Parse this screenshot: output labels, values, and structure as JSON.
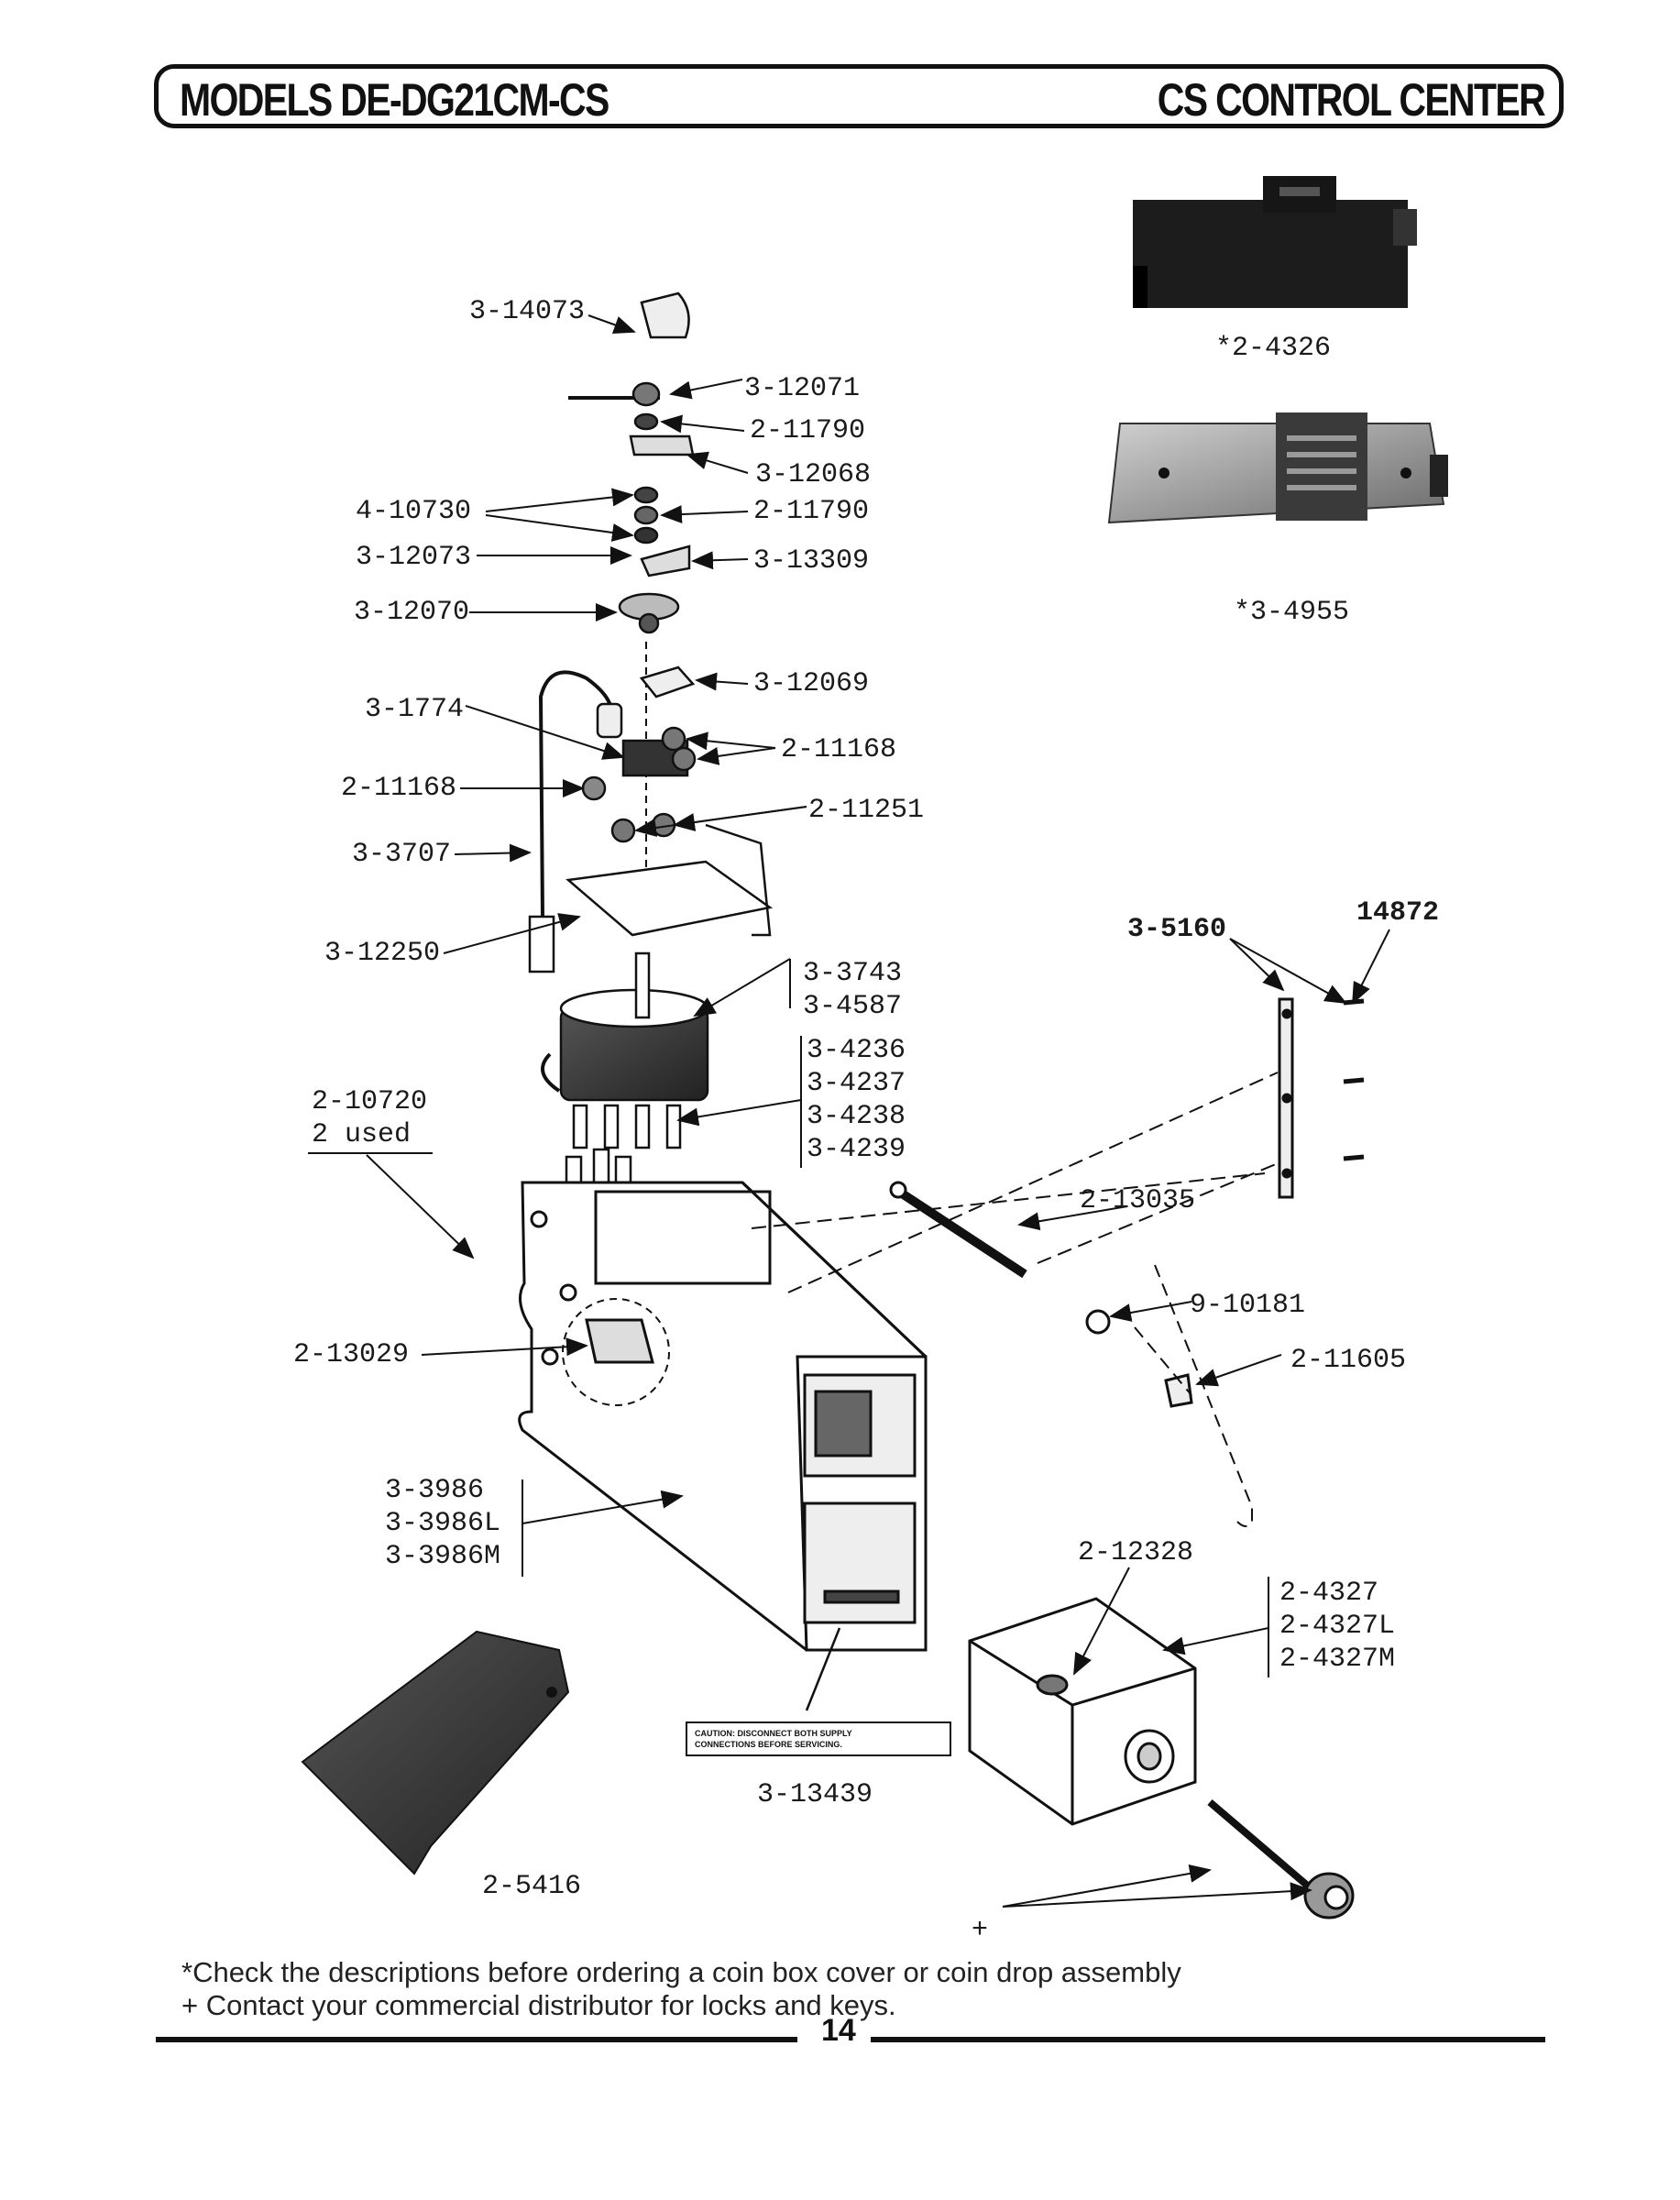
{
  "header": {
    "model_title": "MODELS DE-DG21CM-CS",
    "section_title": "CS CONTROL CENTER"
  },
  "parts": {
    "p3_14073": "3-14073",
    "p3_12071": "3-12071",
    "p2_11790_a": "2-11790",
    "p3_12068": "3-12068",
    "p4_10730": "4-10730",
    "p2_11790_b": "2-11790",
    "p3_12073": "3-12073",
    "p3_13309": "3-13309",
    "p3_12070": "3-12070",
    "p3_12069": "3-12069",
    "p3_1774": "3-1774",
    "p2_11168_a": "2-11168",
    "p2_11168_b": "2-11168",
    "p2_11251": "2-11251",
    "p3_3707": "3-3707",
    "p3_12250": "3-12250",
    "p3_3743": "3-3743",
    "p3_4587": "3-4587",
    "p3_4236": "3-4236",
    "p3_4237": "3-4237",
    "p3_4238": "3-4238",
    "p3_4239": "3-4239",
    "p2_10720": "2-10720",
    "p2_10720_note": "2 used",
    "p2_13029": "2-13029",
    "p3_3986": "3-3986",
    "p3_3986L": "3-3986L",
    "p3_3986M": "3-3986M",
    "p2_5416": "2-5416",
    "p3_13439": "3-13439",
    "p2_12328": "2-12328",
    "p2_4327": "2-4327",
    "p2_4327L": "2-4327L",
    "p2_4327M": "2-4327M",
    "p3_5160": "3-5160",
    "p14872": "14872",
    "p2_13035": "2-13035",
    "p9_10181": "9-10181",
    "p2_11605": "2-11605",
    "p2_4326": "*2-4326",
    "p3_4955": "*3-4955",
    "plus_mark": "+"
  },
  "caution": {
    "line1": "CAUTION:   DISCONNECT  BOTH  SUPPLY",
    "line2": "CONNECTIONS BEFORE SERVICING."
  },
  "footnotes": {
    "line1": "*Check the descriptions before ordering a coin box cover or coin drop assembly",
    "line2": "+ Contact your commercial distributor for locks and keys."
  },
  "page_number": "14"
}
